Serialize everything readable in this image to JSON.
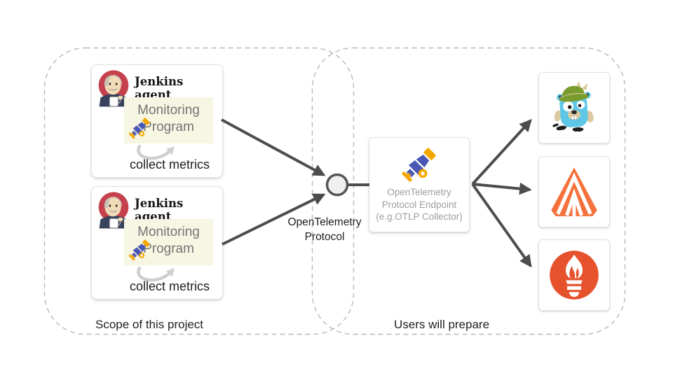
{
  "diagram": {
    "scope_group_label": "Scope of this project",
    "users_group_label": "Users will prepare",
    "agents": [
      {
        "title": "Jenkins agent",
        "program_line1": "Monitoring",
        "program_line2": "Program",
        "caption": "collect metrics"
      },
      {
        "title": "Jenkins agent",
        "program_line1": "Monitoring",
        "program_line2": "Program",
        "caption": "collect metrics"
      }
    ],
    "protocol_label_line1": "OpenTelemetry",
    "protocol_label_line2": "Protocol",
    "endpoint": {
      "line1": "OpenTelemetry",
      "line2": "Protocol Endpoint",
      "line3": "(e.g.OTLP Collector)"
    },
    "icons": {
      "agent_logo": "jenkins-mascot-icon",
      "program_logo": "opentelemetry-telescope-icon",
      "endpoint_logo": "opentelemetry-telescope-icon",
      "backend_1": "loki-gopher-icon",
      "backend_2": "orange-pyramid-arrow-icon",
      "backend_3": "prometheus-flame-icon"
    },
    "colors": {
      "arrow": "#4d4d4d",
      "dashed_border": "#b8b8b8",
      "card_border": "#e3e3e3",
      "monitor_box_bg": "#f6f6e3",
      "program_text": "#757575",
      "muted_text": "#9e9e9e",
      "otel_blue": "#4a58b5",
      "otel_amber": "#f5a800",
      "prometheus_orange": "#e6522c",
      "loki_blue": "#5ec7e6",
      "loki_hat_green": "#7a9b2e",
      "pyramid_orange": "#f4713c",
      "jenkins_red": "#c5414d"
    }
  }
}
